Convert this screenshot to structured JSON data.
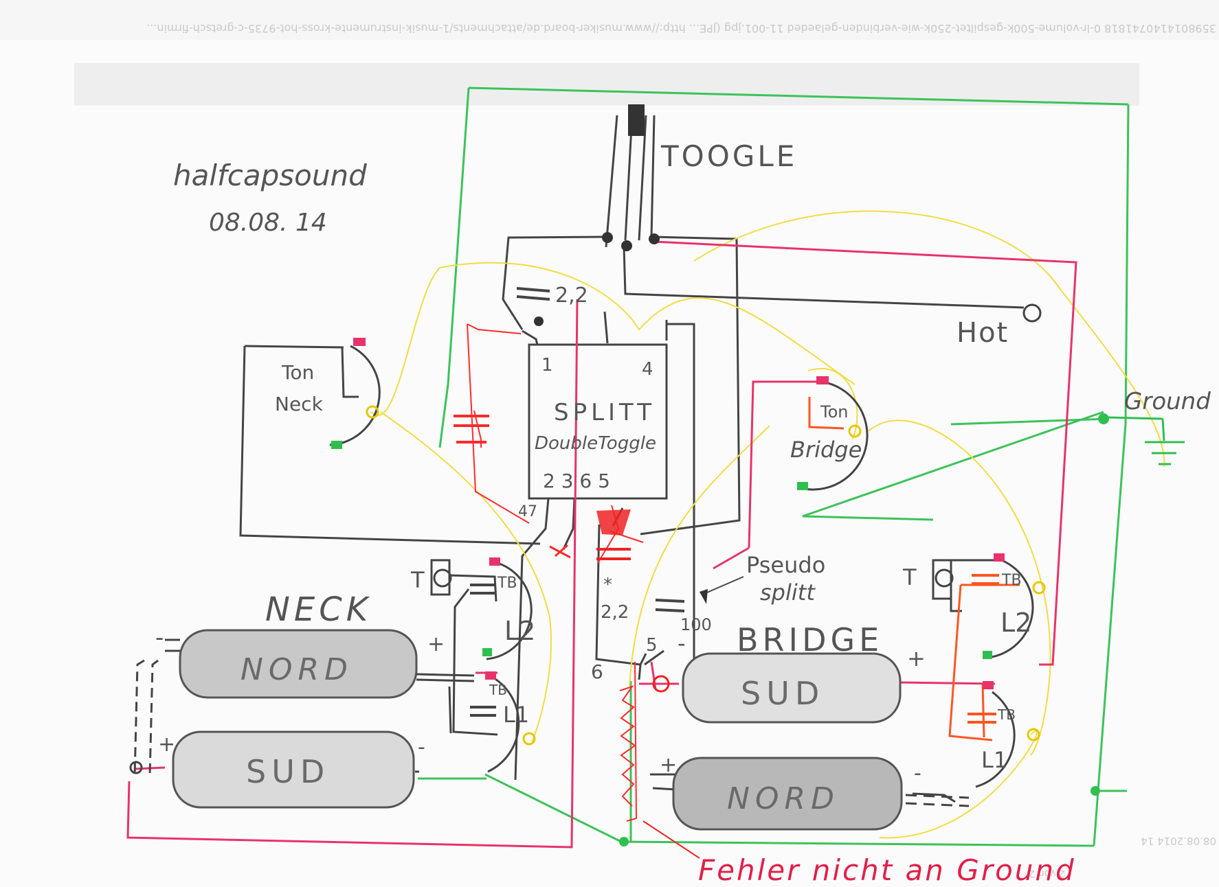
{
  "header_strip": {
    "url_text": "3598014140741818 0-lr-volume-500k-gespiltet-250k-wie-verbinden-gelaeded 11-001.jpg (JPE... http://www.musiker-board.de/attachments/1-musik-instrumente-kross-hot-9735-c-gretsch-firmin..."
  },
  "footer_strip": {
    "date_text": "08.08.2014 14",
    "page_text": "2 von 2"
  },
  "notes": {
    "title": "halfcapsound",
    "date": "08.08. 14"
  },
  "switches": {
    "toggle_label": "TOOGLE",
    "splitt_label": "SPLITT",
    "splitt_sub": "DoubleToggle",
    "pin_1": "1",
    "pin_4": "4",
    "pins_bottom": "2 3  6 5"
  },
  "pots": {
    "tone_neck_line1": "Ton",
    "tone_neck_line2": "Neck",
    "tone_bridge_line1": "Ton",
    "tone_bridge_line2": "Bridge",
    "tb": "TB",
    "l1": "L1",
    "l2": "L2",
    "t": "T"
  },
  "caps": {
    "c_2_2_top": "2,2",
    "c_47": "47",
    "c_2_2_mid": "2,2",
    "c_100": "100"
  },
  "labels": {
    "hot": "Hot",
    "ground": "Ground",
    "pseudo_line1": "Pseudo",
    "pseudo_line2": "splitt",
    "neck": "NECK",
    "bridge": "BRIDGE",
    "nord": "NORD",
    "sud": "SUD",
    "plus": "+",
    "minus": "-",
    "num_5": "5",
    "num_6": "6",
    "fehler": "Fehler nicht an Ground"
  }
}
